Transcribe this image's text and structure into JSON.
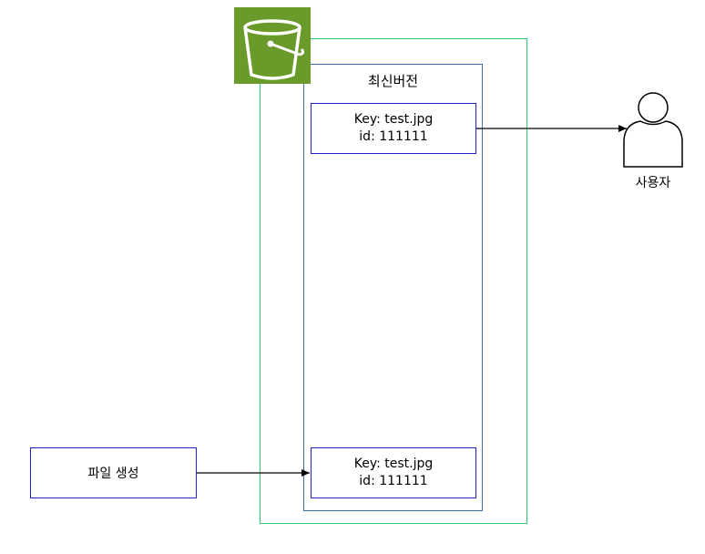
{
  "diagram": {
    "version_label": "최신버전",
    "objects": [
      {
        "key_line": "Key: test.jpg",
        "id_line": "id: 111111"
      },
      {
        "key_line": "Key: test.jpg",
        "id_line": "id: 111111"
      }
    ],
    "file_create_label": "파일 생성",
    "user_label": "사용자"
  },
  "colors": {
    "bucket_border": "#2ecc71",
    "version_border": "#3a6ea5",
    "object_border": "#2222cc",
    "s3_icon_bg": "#6a9a2a"
  },
  "icons": [
    "s3-bucket-icon",
    "user-icon"
  ]
}
